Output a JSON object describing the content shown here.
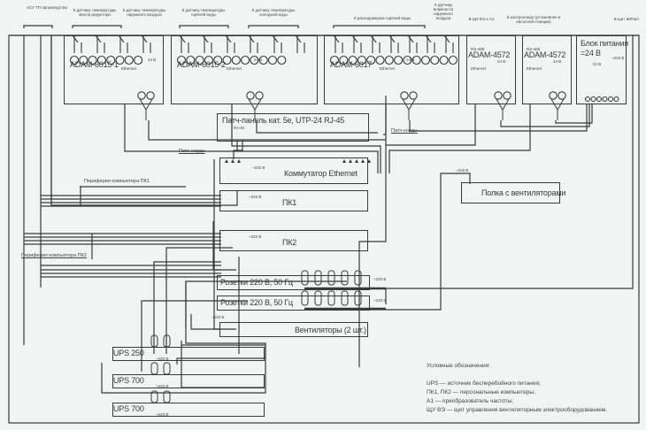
{
  "top_labels": {
    "asu_tp": "АСУ ТП производства",
    "sensor_radiator": "К датчику температуры масла редуктора",
    "sensor_outdoor": "К датчику температуры наружного воздуха",
    "sensor_hot_water": "К датчику температуры горячей воды",
    "sensor_cold_water": "К датчику температуры холодной воды",
    "flowmeter": "К расходомерам горячей воды",
    "humidity": "К датчику влажности наружного воздуха",
    "shu_vz": "В ЩУ ВЭ к А1",
    "controller": "К контроллеру (установлен в насосной станции)",
    "kippa": "В щит КИПиА"
  },
  "modules": [
    {
      "name": "ADAM-6015-1",
      "eth": "Ethernet",
      "pwr": "24 В"
    },
    {
      "name": "ADAM-6015-2",
      "eth": "Ethernet",
      "pwr": "24 В"
    },
    {
      "name": "ADAM-6017",
      "eth": "Ethernet",
      "pwr": "24 В"
    },
    {
      "name": "ADAM-4572",
      "eth": "Ethernet",
      "pwr": "24 В",
      "bus": "RS-485"
    },
    {
      "name": "ADAM-4572",
      "eth": "Ethernet",
      "pwr": "24 В",
      "bus": "RS-485"
    }
  ],
  "psu": {
    "title_line1": "Блок питания",
    "title_line2": "=24 В",
    "out": "24 В",
    "in": "~220 В"
  },
  "patch_panel": {
    "name": "Патч-панель кат. 5е, UTP-24 RJ-45",
    "port": "RJ-45"
  },
  "patch_cords_1": "Патч-корды",
  "patch_cords_2": "Патч-корды",
  "switch": {
    "name": "Коммутатор Ethernet",
    "pwr": "~220 В"
  },
  "pc1": {
    "name": "ПК1",
    "pwr": "~220 В",
    "periph": "Периферия компьютера ПК1"
  },
  "pc2": {
    "name": "ПК2",
    "pwr": "~220 В",
    "periph": "Периферия компьютера ПК2"
  },
  "fan_shelf": {
    "name": "Полка с вентиляторами",
    "pwr": "~220 В"
  },
  "sockets1": {
    "name": "Розетки 220 В, 50 Гц",
    "pwr": "~220 В"
  },
  "sockets2": {
    "name": "Розетки 220 В, 50 Гц",
    "pwr": "~220 В"
  },
  "fans": {
    "name": "Вентиляторы (2 шт.)",
    "pwr": "~220 В"
  },
  "ups": [
    {
      "name": "UPS 250",
      "pwr": "~220 В"
    },
    {
      "name": "UPS 700",
      "pwr": "~220 В"
    },
    {
      "name": "UPS 700",
      "pwr": "~220 В"
    }
  ],
  "legend": {
    "title": "Условные обозначения:",
    "items": [
      "UPS — источник бесперебойного питания;",
      "ПК1, ПК2 — персональные компьютеры;",
      "А1 — преобразователь частоты;",
      "ЩУ ВЭ — щит управления вентиляторным электрооборудованием."
    ]
  }
}
